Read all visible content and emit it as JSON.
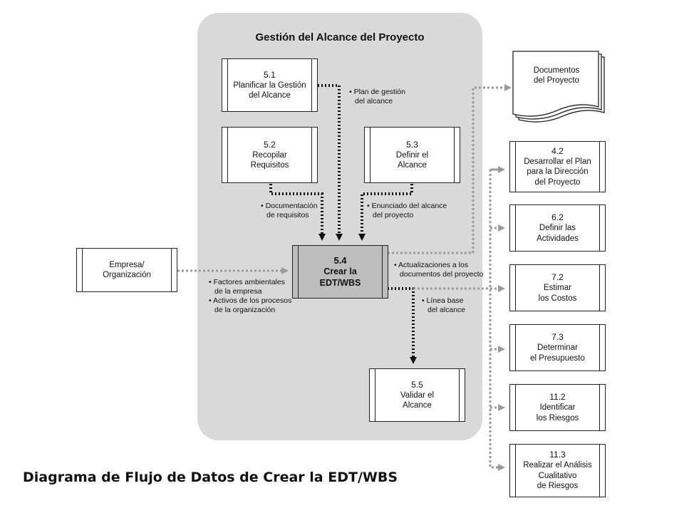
{
  "panel": {
    "title": "Gestión del Alcance del Proyecto"
  },
  "processes": {
    "p51": {
      "num": "5.1",
      "lines": [
        "Planificar la Gestión",
        "del Alcance"
      ]
    },
    "p52": {
      "num": "5.2",
      "lines": [
        "Recopilar",
        "Requisitos"
      ]
    },
    "p53": {
      "num": "5.3",
      "lines": [
        "Definir el",
        "Alcance"
      ]
    },
    "p54": {
      "num": "5.4",
      "lines": [
        "Crear la",
        "EDT/WBS"
      ]
    },
    "p55": {
      "num": "5.5",
      "lines": [
        "Validar el",
        "Alcance"
      ]
    }
  },
  "external": {
    "empresa": {
      "lines": [
        "Empresa/",
        "Organización"
      ]
    },
    "documentos": {
      "lines": [
        "Documentos",
        "del Proyecto"
      ]
    }
  },
  "targets": {
    "t42": {
      "num": "4.2",
      "lines": [
        "Desarrollar el Plan",
        "para la Dirección",
        "del Proyecto"
      ]
    },
    "t62": {
      "num": "6.2",
      "lines": [
        "Definir las",
        "Actividades"
      ]
    },
    "t72": {
      "num": "7.2",
      "lines": [
        "Estimar",
        "los Costos"
      ]
    },
    "t73": {
      "num": "7.3",
      "lines": [
        "Determinar",
        "el Presupuesto"
      ]
    },
    "t112": {
      "num": "11.2",
      "lines": [
        "Identificar",
        "los Riesgos"
      ]
    },
    "t113": {
      "num": "11.3",
      "lines": [
        "Realizar el Análisis",
        "Cualitativo",
        "de Riesgos"
      ]
    }
  },
  "flows": {
    "plan_alcance": [
      "• Plan de gestión",
      "del alcance"
    ],
    "doc_requisitos": [
      "• Documentación",
      "de requisitos"
    ],
    "enunciado": [
      "• Enunciado del alcance",
      "del proyecto"
    ],
    "factores": [
      "• Factores ambientales",
      "de la empresa",
      "• Activos de los procesos",
      "de la organización"
    ],
    "actualizaciones": [
      "• Actualizaciones a los",
      "documentos del proyecto"
    ],
    "linea_base": [
      "• Línea base",
      "del alcance"
    ]
  },
  "footer": {
    "caption": "Diagrama de Flujo de Datos de Crear la EDT/WBS"
  }
}
